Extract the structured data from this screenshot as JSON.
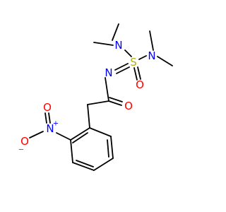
{
  "colors": {
    "bond": "#000000",
    "nitrogen": "#0000ff",
    "oxygen": "#ff0000",
    "sulfur": "#b2b200"
  },
  "atoms": {
    "n_dimethyl_left": "N",
    "n_dimethyl_right": "N",
    "sulfur": "S",
    "sulfonyl_oxygen": "O",
    "imine_nitrogen": "N",
    "carbonyl_oxygen": "O",
    "nitro_nitrogen": "N",
    "nitro_nitrogen_charge": "+",
    "nitro_oxygen_top": "O",
    "nitro_oxygen_left": "O",
    "nitro_oxygen_left_charge": "−"
  }
}
